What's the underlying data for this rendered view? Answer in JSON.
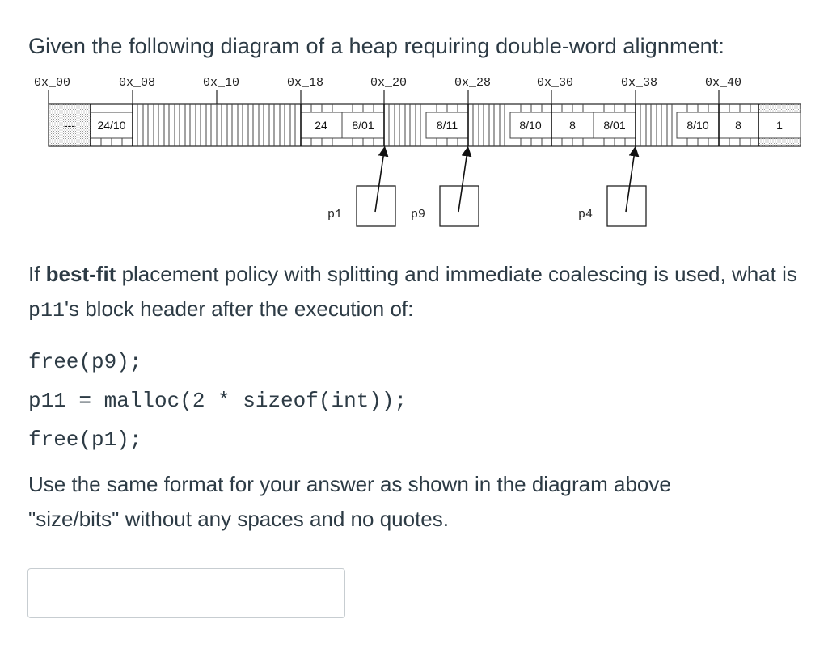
{
  "question": {
    "intro": "Given the following diagram of a heap requiring double-word alignment:",
    "p1_pre": "If ",
    "p1_bold": "best-fit",
    "p1_mid": " placement policy with splitting and immediate coalescing is used, what is ",
    "p1_code": "p11",
    "p1_post": "'s block header after the execution of:",
    "code_lines": [
      "free(p9);",
      "p11 = malloc(2 * sizeof(int));",
      "free(p1);"
    ],
    "instructions_line1": "Use the same format for your answer as shown in the diagram above",
    "instructions_line2": "\"size/bits\" without any spaces and no quotes.",
    "answer_value": ""
  },
  "heap_diagram": {
    "addresses": [
      "0x_00",
      "0x_08",
      "0x_10",
      "0x_18",
      "0x_20",
      "0x_28",
      "0x_30",
      "0x_38",
      "0x_40"
    ],
    "cells": [
      "---",
      "24/10",
      "24",
      "8/01",
      "8/11",
      "8/10",
      "8",
      "8/01",
      "8/10",
      "8",
      "1"
    ],
    "pointers": [
      "p1",
      "p9",
      "p4"
    ]
  }
}
